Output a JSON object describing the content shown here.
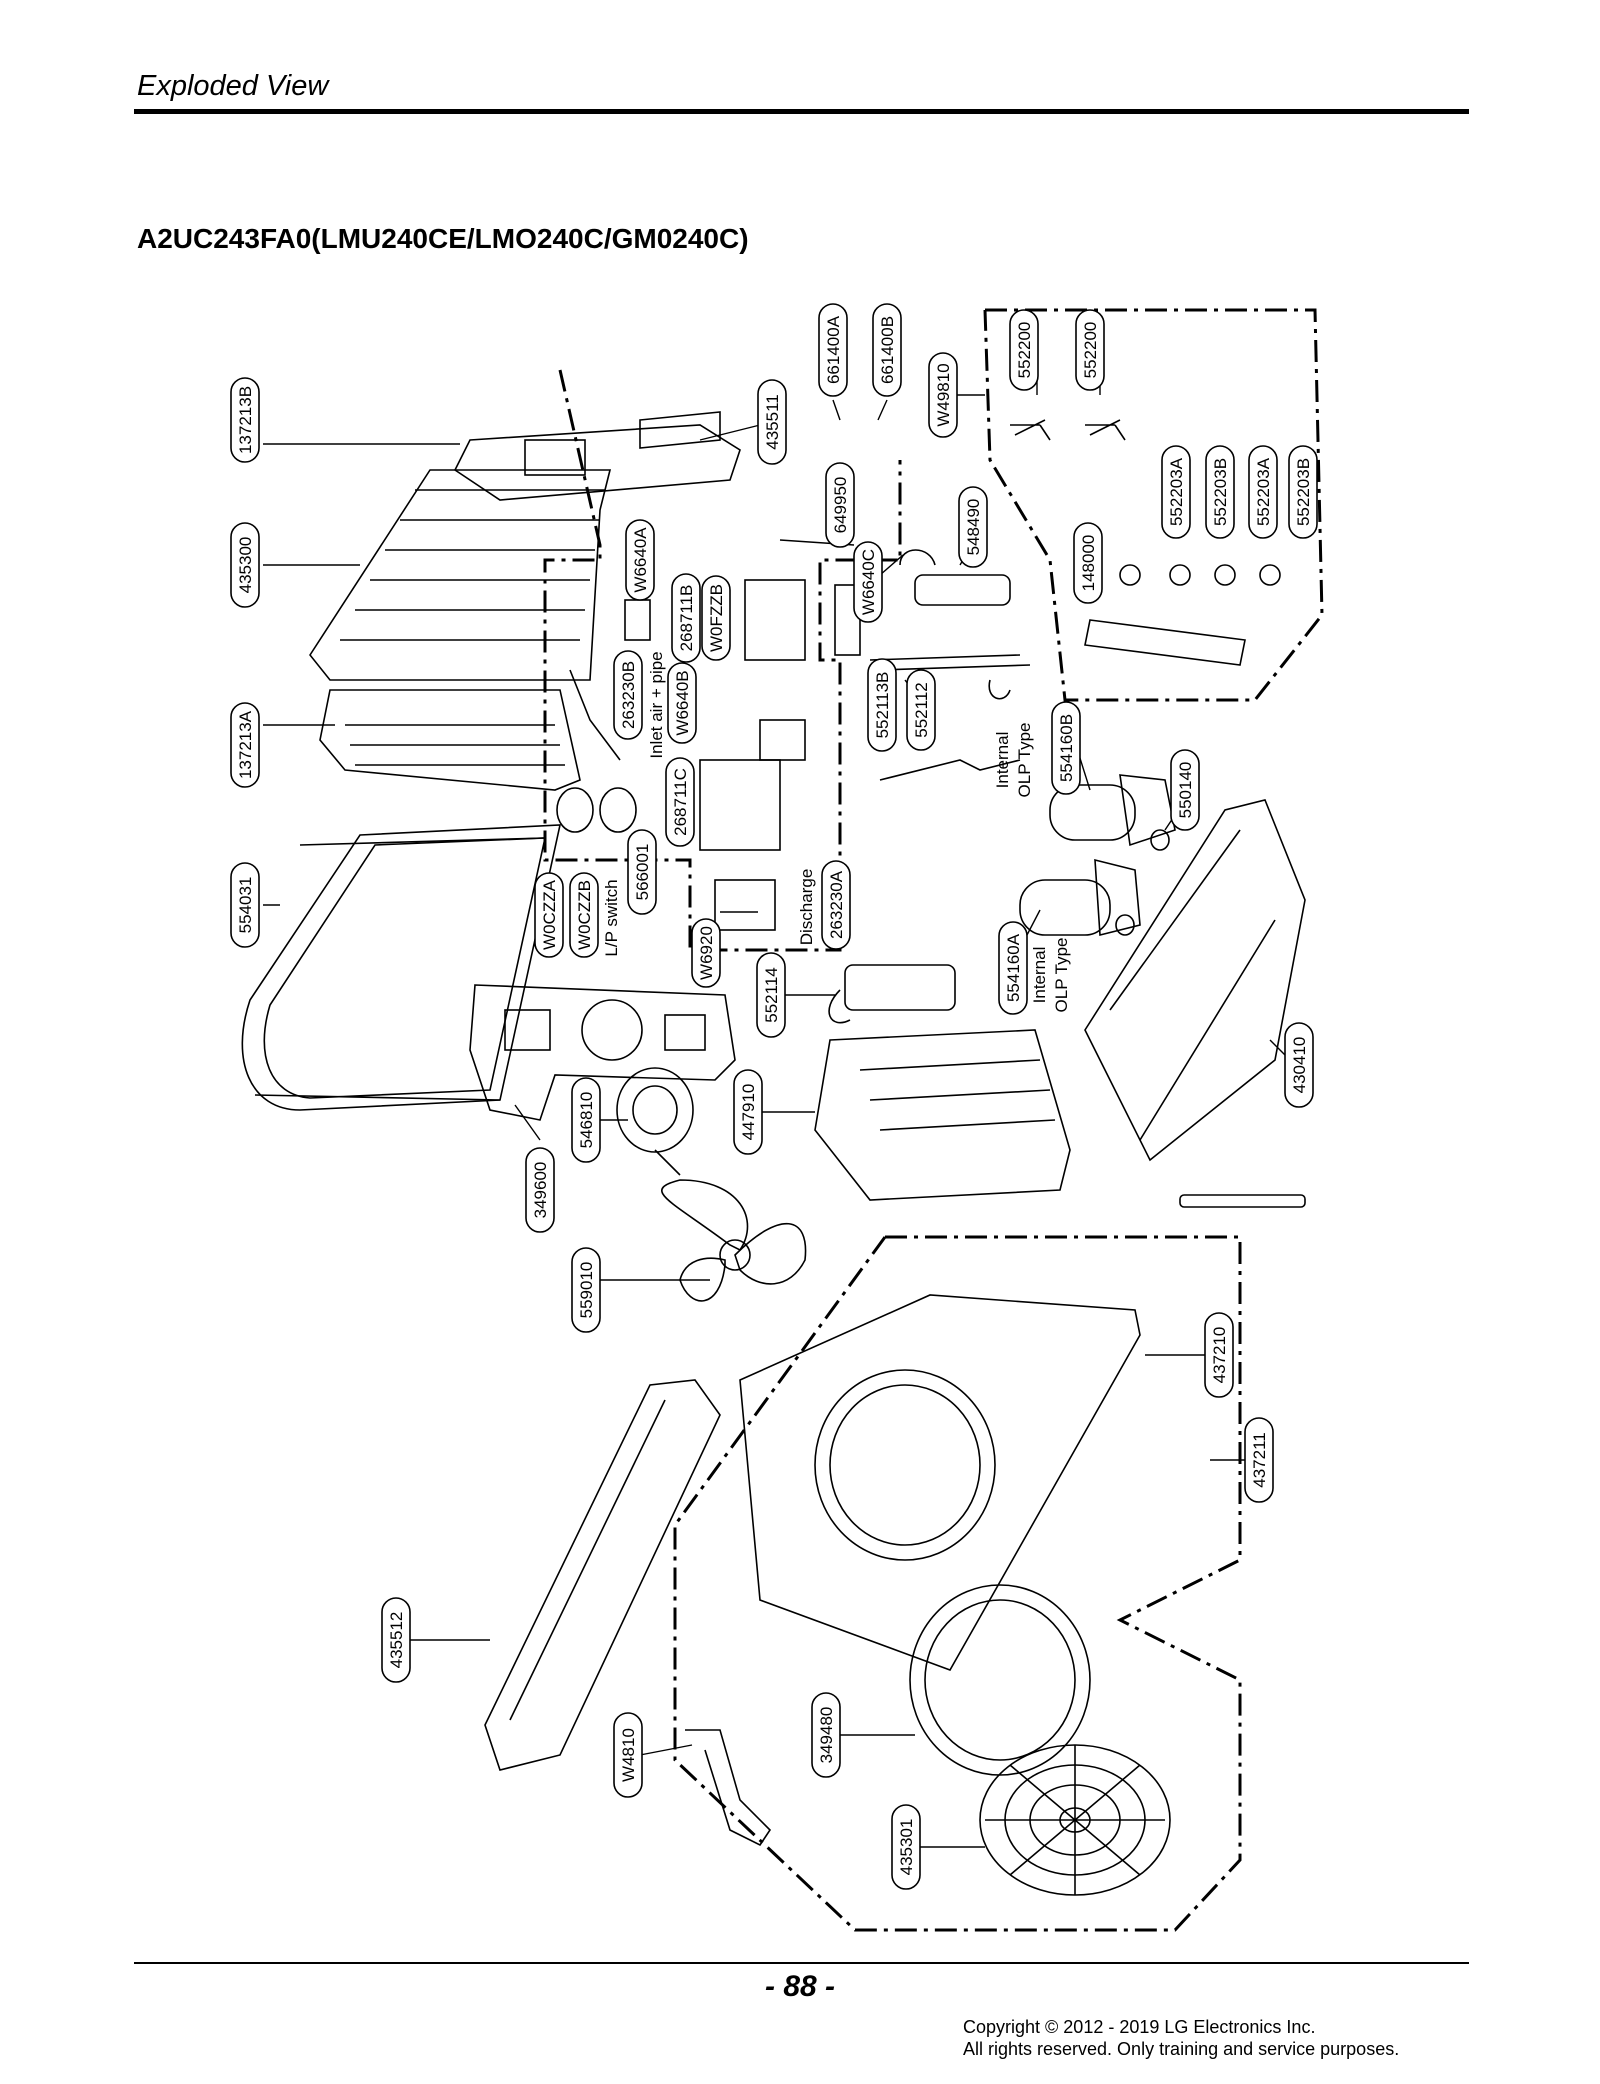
{
  "header": {
    "section_title": "Exploded View"
  },
  "model_title": "A2UC243FA0(LMU240CE/LMO240C/GM0240C)",
  "callouts": [
    "137213B",
    "435300",
    "137213A",
    "554031",
    "349600",
    "546810",
    "559010",
    "435512",
    "W4810",
    "349480",
    "435301",
    "437211",
    "437210",
    "430410",
    "447910",
    "552114",
    "W6920",
    "263230A",
    "566001",
    "W0CZZB",
    "W0CZZA",
    "268711C",
    "W6640B",
    "263230B",
    "W6640A",
    "268711B",
    "W0FZZB",
    "435511",
    "649950",
    "661400A",
    "661400B",
    "W49810",
    "552200",
    "552200",
    "552203A",
    "552203B",
    "552203A",
    "552203B",
    "148000",
    "548490",
    "W6640C",
    "552113B",
    "552112",
    "554160B",
    "550140",
    "554160A"
  ],
  "annotations": {
    "inlet": "Inlet air + pipe",
    "olp_top": [
      "Internal",
      "OLP Type"
    ],
    "lp_switch": "L/P  switch",
    "discharge": "Discharge",
    "olp_bottom": [
      "Internal",
      "OLP Type"
    ]
  },
  "footer": {
    "page_number": "- 88 -",
    "copyright_line1": "Copyright © 2012 - 2019 LG Electronics Inc.",
    "copyright_line2": "All rights reserved. Only training and service purposes."
  }
}
